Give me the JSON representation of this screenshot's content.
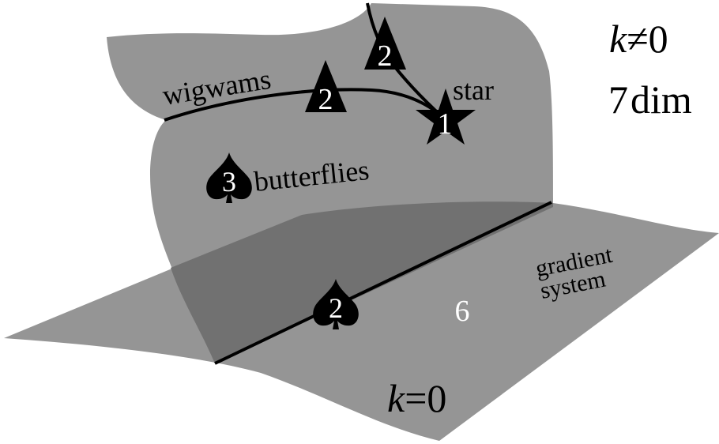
{
  "diagram": {
    "colors": {
      "surface": "#959595",
      "overlap": "#717171",
      "line": "#000000",
      "marker_text": "#ffffff"
    },
    "labels": {
      "k_nonzero_var": "k",
      "k_nonzero_rel": "≠0",
      "dim_num": "7",
      "dim_unit": "dim",
      "wigwams": "wigwams",
      "star": "star",
      "butterflies": "butterflies",
      "gradient_line1": "gradient",
      "gradient_line2": "system",
      "six": "6",
      "k_zero_var": "k",
      "k_zero_rel": "=0"
    },
    "markers": [
      {
        "shape": "triangle",
        "value": "2",
        "context": "wigwams curve"
      },
      {
        "shape": "triangle",
        "value": "2",
        "context": "upper curve"
      },
      {
        "shape": "star",
        "value": "1",
        "context": "star point"
      },
      {
        "shape": "spade",
        "value": "3",
        "context": "butterflies"
      },
      {
        "shape": "spade",
        "value": "2",
        "context": "k=0 line"
      }
    ]
  }
}
